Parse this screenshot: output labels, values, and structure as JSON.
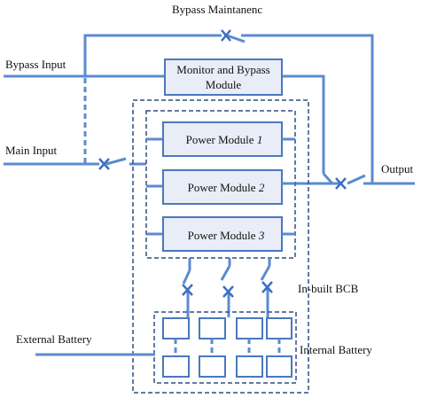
{
  "labels": {
    "bypass_maintenance": "Bypass Maintanenc",
    "bypass_input": "Bypass Input",
    "main_input": "Main Input",
    "output": "Output",
    "in_built_bcb": "In-built BCB",
    "external_battery": "External Battery",
    "internal_battery": "Internal Battery"
  },
  "monitor_module": {
    "line1": "Monitor and Bypass",
    "line2": "Module"
  },
  "power_modules": [
    {
      "text": "Power Module ",
      "number": "1"
    },
    {
      "text": "Power Module ",
      "number": "2"
    },
    {
      "text": "Power Module ",
      "number": "3"
    }
  ],
  "colors": {
    "wire": "#5b8bd0",
    "module_fill": "#e9edf7",
    "dashed_frame": "#2f4f7f"
  }
}
